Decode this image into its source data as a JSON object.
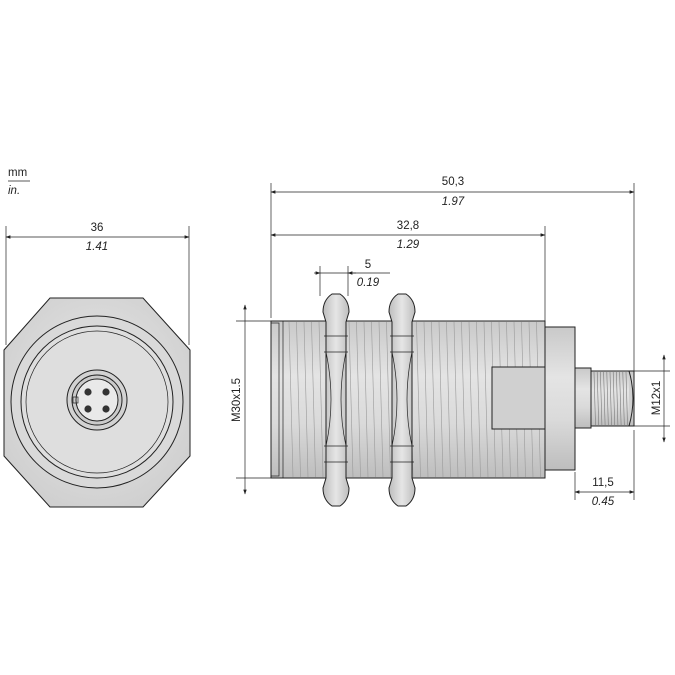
{
  "units": {
    "primary": "mm",
    "secondary": "in."
  },
  "front_view": {
    "width": {
      "mm": "36",
      "in": "1.41"
    }
  },
  "side_view": {
    "overall_length": {
      "mm": "50,3",
      "in": "1.97"
    },
    "thread_length": {
      "mm": "32,8",
      "in": "1.29"
    },
    "nut_thickness": {
      "mm": "5",
      "in": "0.19"
    },
    "connector_length": {
      "mm": "11,5",
      "in": "0.45"
    },
    "body_thread": "M30x1.5",
    "connector_thread": "M12x1"
  },
  "colors": {
    "body": "#d7d7d7",
    "body_dark": "#b9b9b9",
    "line": "#222222"
  }
}
